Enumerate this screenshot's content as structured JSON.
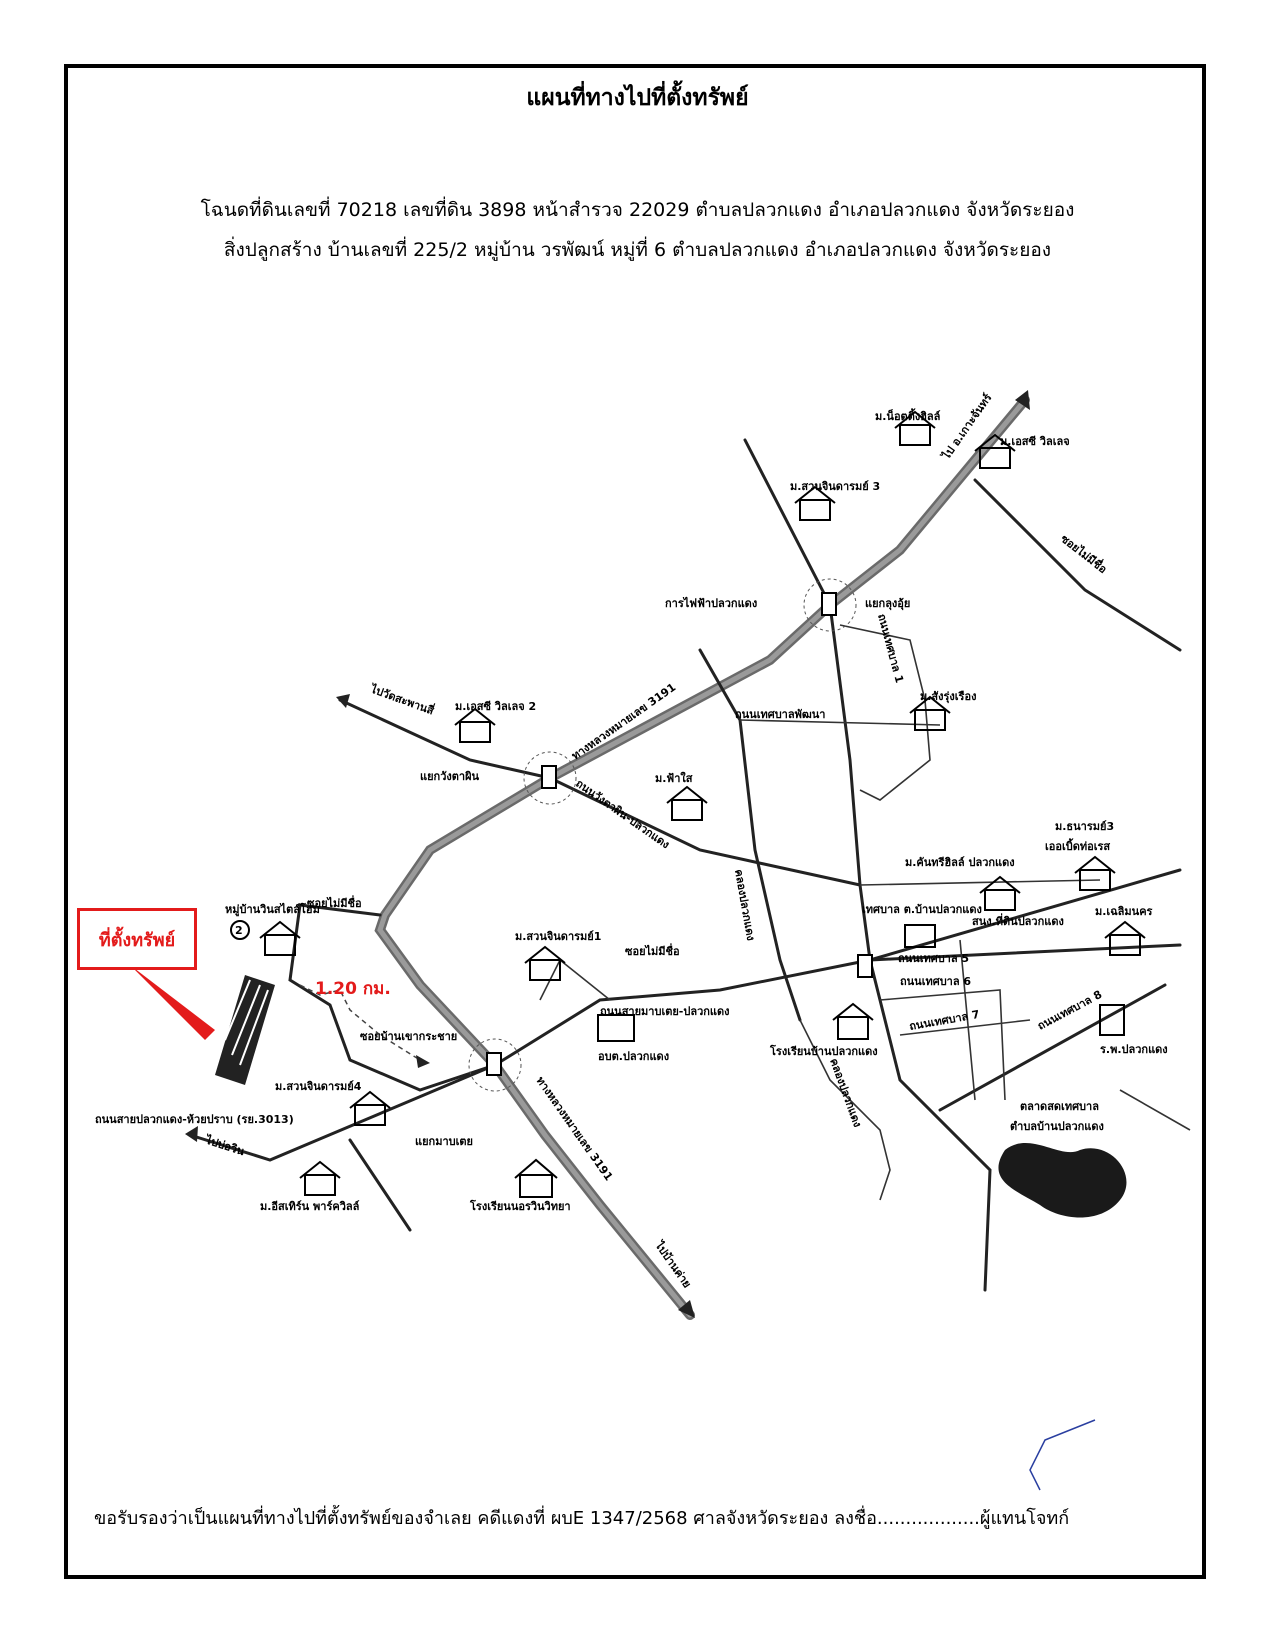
{
  "title": "แผนที่ทางไปที่ตั้งทรัพย์",
  "subtitle_line1": "โฉนดที่ดินเลขที่ 70218  เลขที่ดิน 3898  หน้าสำรวจ 22029  ตำบลปลวกแดง  อำเภอปลวกแดง  จังหวัดระยอง",
  "subtitle_line2": "สิ่งปลูกสร้าง บ้านเลขที่ 225/2  หมู่บ้าน วรพัฒน์  หมู่ที่ 6  ตำบลปลวกแดง  อำเภอปลวกแดง  จังหวัดระยอง",
  "marker": {
    "label": "ที่ตั้งทรัพย์",
    "distance": "1.20 กม.",
    "color": "#e31b1b"
  },
  "footer": "ขอรับรองว่าเป็นแผนที่ทางไปที่ตั้งทรัพย์ของจำเลย คดีแดงที่ ผบE 1347/2568 ศาลจังหวัดระยอง ลงชื่อ..................ผู้แทนโจทก์",
  "map_labels": {
    "dir_korachan": "ไป อ.เกาะจันทร์",
    "villages": {
      "nottinghill": "ม.น็อตติ้งฮิลล์",
      "essiville": "ม.เอสซี วิลเลจ",
      "suanjin3": "ม.สวนจินดารมย์ 3",
      "essiville2": "ม.เอสซี วิลเลจ 2",
      "faisai": "ม.ฟ้าใส",
      "sungrungrueng": "ม.สังรุ่งเรือง",
      "tanarom3": "ม.ธนารมย์3",
      "eternity": "เออเบิ้ดท่อเรส",
      "khanthill": "ม.คันทรีฮิลล์ ปลวกแดง",
      "chalermnakorn": "ม.เฉลิมนคร",
      "winstyle": "หมู่บ้านวินสไตล์โฮม",
      "suanjin1": "ม.สวนจินดารมย์1",
      "suanjin4": "ม.สวนจินดารมย์4",
      "eastern": "ม.อีสเทิร์น พาร์ควิลล์"
    },
    "junction_kunglung": "แยกลุงอุ้ย",
    "electric": "การไฟฟ้าปลวกแดง",
    "road_tessaban1": "ถนนเทศบาล 1",
    "road_tessaban_pattana": "ถนนเทศบาลพัฒนา",
    "dir_watsapansi": "ไปวัดสะพานสี่",
    "hwy3191_a": "ทางหลวงหมายเลข 3191",
    "junction_wangtan": "แยกวังตาผิน",
    "road_wangtan": "ถนนวังตาผิน-ปลวกแดง",
    "soi_nameless_a": "ซอยไม่มีชื่อ",
    "soi_nameless_b": "ซอยไม่มีชื่อ",
    "soi_nameless_c": "ซอยไม่มีชื่อ",
    "canal_a": "คลองปลวกแดง",
    "canal_b": "คลองปลวกแดง",
    "municipality": "เทศบาล ต.บ้านปลวกแดง",
    "land_office": "สนง.ที่ดินปลวกแดง",
    "road_tessaban5": "ถนนเทศบาล 5",
    "road_tessaban6": "ถนนเทศบาล 6",
    "road_tessaban7": "ถนนเทศบาล 7",
    "road_tessaban8": "ถนนเทศบาล 8",
    "road_maptai": "ถนนสายมาบเตย-ปลวกแดง",
    "obt": "อบต.ปลวกแดง",
    "school_banpluak": "โรงเรียนบ้านปลวกแดง",
    "hospital": "ร.พ.ปลวกแดง",
    "soi_khaokrachai": "ซอยบ้านเขากระชาย",
    "junction_maptai": "แยกมาบเตย",
    "hwy3191_b": "ทางหลวงหมายเลข 3191",
    "road_3013": "ถนนสายปลวกแดง-ห้วยปราบ (รย.3013)",
    "dir_bowin": "ไปบ่อวิน",
    "school_nawin": "โรงเรียนนอรวินวิทยา",
    "dir_bankhai": "ไปบ้านค่าย",
    "market": "ตลาดสดเทศบาล",
    "market2": "ตำบลบ้านปลวกแดง"
  }
}
